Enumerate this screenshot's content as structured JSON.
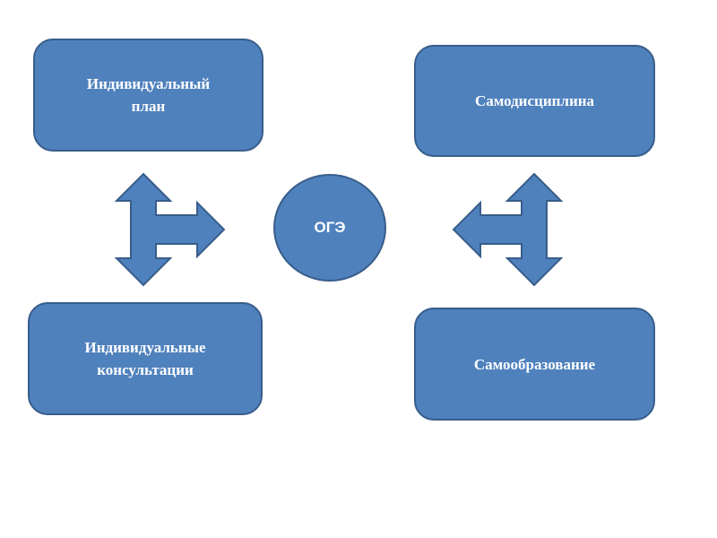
{
  "nodes": {
    "individual_plan": {
      "line1": "Индивидуальный",
      "line2": "план"
    },
    "self_discipline": {
      "label": "Самодисциплина"
    },
    "individual_consultations": {
      "line1": "Индивидуальные",
      "line2": "консультации"
    },
    "self_education": {
      "label": "Самообразование"
    }
  },
  "center": {
    "label": "ОГЭ"
  },
  "colors": {
    "node_fill": "#4f81bd",
    "node_border": "#385d8a",
    "text": "#ffffff",
    "background": "#ffffff"
  },
  "connectors": {
    "left": {
      "icon": "three-way-arrow-up-down-right-icon"
    },
    "right": {
      "icon": "three-way-arrow-up-down-left-icon"
    }
  }
}
